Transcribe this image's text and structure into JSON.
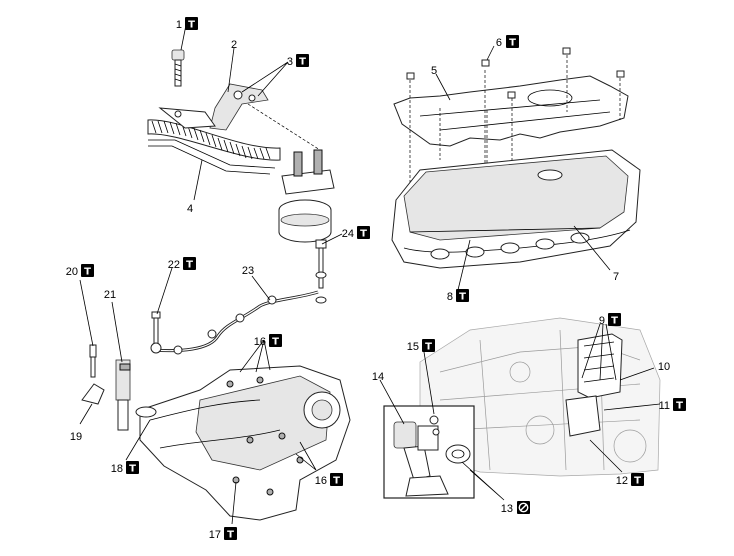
{
  "callouts": [
    {
      "id": "c1",
      "text": "1",
      "icon": "torque-icon"
    },
    {
      "id": "c2",
      "text": "2",
      "icon": ""
    },
    {
      "id": "c3",
      "text": "3",
      "icon": "torque-icon"
    },
    {
      "id": "c4",
      "text": "4",
      "icon": ""
    },
    {
      "id": "c5",
      "text": "5",
      "icon": ""
    },
    {
      "id": "c6",
      "text": "6",
      "icon": "torque-icon"
    },
    {
      "id": "c7",
      "text": "7",
      "icon": ""
    },
    {
      "id": "c8",
      "text": "8",
      "icon": "torque-icon"
    },
    {
      "id": "c9",
      "text": "9",
      "icon": "torque-icon"
    },
    {
      "id": "c10",
      "text": "10",
      "icon": ""
    },
    {
      "id": "c11",
      "text": "11",
      "icon": "torque-icon"
    },
    {
      "id": "c12",
      "text": "12",
      "icon": "torque-icon"
    },
    {
      "id": "c13",
      "text": "13",
      "icon": "do-not-reuse-icon"
    },
    {
      "id": "c14",
      "text": "14",
      "icon": ""
    },
    {
      "id": "c15",
      "text": "15",
      "icon": "torque-icon"
    },
    {
      "id": "c16a",
      "text": "16",
      "icon": "torque-icon"
    },
    {
      "id": "c16b",
      "text": "16",
      "icon": "torque-icon"
    },
    {
      "id": "c17",
      "text": "17",
      "icon": "torque-icon"
    },
    {
      "id": "c18",
      "text": "18",
      "icon": "torque-icon"
    },
    {
      "id": "c19",
      "text": "19",
      "icon": ""
    },
    {
      "id": "c20",
      "text": "20",
      "icon": "torque-icon"
    },
    {
      "id": "c21",
      "text": "21",
      "icon": ""
    },
    {
      "id": "c22",
      "text": "22",
      "icon": "torque-icon"
    },
    {
      "id": "c23",
      "text": "23",
      "icon": ""
    },
    {
      "id": "c24",
      "text": "24",
      "icon": "torque-icon"
    }
  ],
  "icon_glyphs": {
    "torque-icon": "T",
    "do-not-reuse-icon": "⊘"
  }
}
